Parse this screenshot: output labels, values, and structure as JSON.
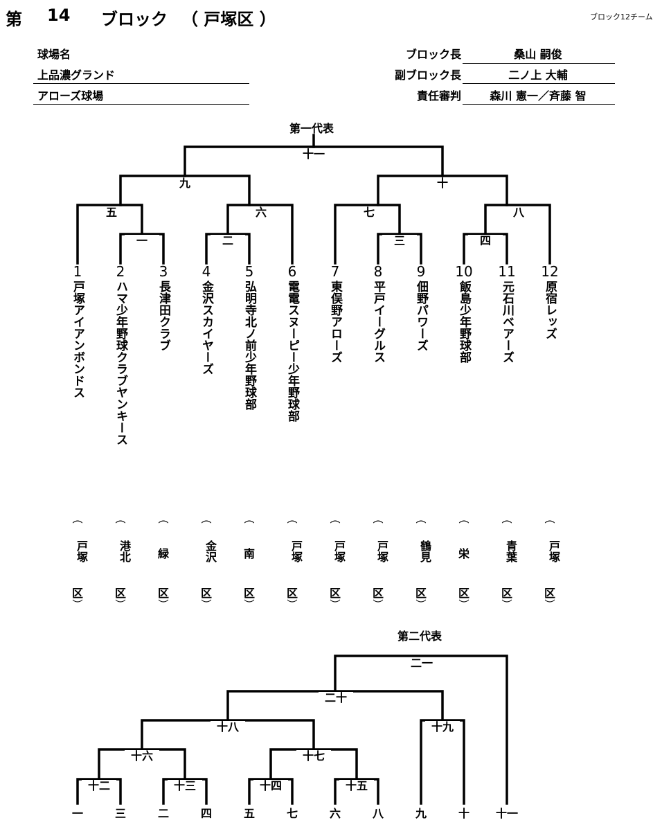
{
  "header": {
    "dai": "第",
    "block_no": "14",
    "block_word": "ブロック",
    "district": "（ 戸塚区 ）",
    "team_count": "ブロック12チーム"
  },
  "venues": {
    "label": "球場名",
    "items": [
      "上品濃グランド",
      "アローズ球場"
    ]
  },
  "officials": [
    {
      "role": "ブロック長",
      "name": "桑山 嗣俊"
    },
    {
      "role": "副ブロック長",
      "name": "二ノ上 大輔"
    },
    {
      "role": "責任審判",
      "name": "森川 憲一／斉藤 智"
    }
  ],
  "first_rep_label": "第一代表",
  "second_rep_label": "第二代表",
  "teams": [
    {
      "no": "1",
      "name": "戸塚アイアンボンドス",
      "ward": "戸塚",
      "ku": "区"
    },
    {
      "no": "2",
      "name": "ハマ少年野球クラブヤンキース",
      "ward": "港北",
      "ku": "区"
    },
    {
      "no": "3",
      "name": "長津田クラブ",
      "ward": "緑",
      "ku": "区"
    },
    {
      "no": "4",
      "name": "金沢スカイヤーズ",
      "ward": "金沢",
      "ku": "区"
    },
    {
      "no": "5",
      "name": "弘明寺北ノ前少年野球部",
      "ward": "南",
      "ku": "区"
    },
    {
      "no": "6",
      "name": "電電スヌーピー少年野球部",
      "ward": "戸塚",
      "ku": "区"
    },
    {
      "no": "7",
      "name": "東俣野アローズ",
      "ward": "戸塚",
      "ku": "区"
    },
    {
      "no": "8",
      "name": "平戸イーグルス",
      "ward": "戸塚",
      "ku": "区"
    },
    {
      "no": "9",
      "name": "佃野パワーズ",
      "ward": "鶴見",
      "ku": "区"
    },
    {
      "no": "10",
      "name": "飯島少年野球部",
      "ward": "栄",
      "ku": "区"
    },
    {
      "no": "11",
      "name": "元石川ベアーズ",
      "ward": "青葉",
      "ku": "区"
    },
    {
      "no": "12",
      "name": "原宿レッズ",
      "ward": "戸塚",
      "ku": "区"
    }
  ],
  "paren_open": "︵",
  "paren_close": "︶",
  "bracket1_matches": [
    "一",
    "二",
    "三",
    "四",
    "五",
    "六",
    "七",
    "八",
    "九",
    "十",
    "十一"
  ],
  "bracket2_matches": [
    "十二",
    "十三",
    "十四",
    "十五",
    "十六",
    "十七",
    "十八",
    "十九",
    "二十",
    "二一"
  ],
  "bracket2_leaves": [
    "一",
    "三",
    "二",
    "四",
    "五",
    "七",
    "六",
    "八",
    "九",
    "十",
    "十一"
  ]
}
